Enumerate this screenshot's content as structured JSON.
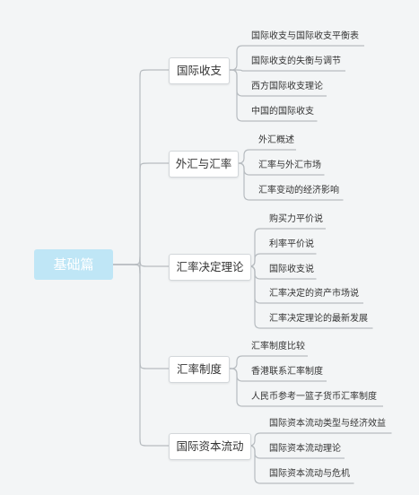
{
  "root": {
    "label": "基础篇"
  },
  "branches": [
    {
      "label": "国际收支",
      "children": [
        "国际收支与国际收支平衡表",
        "国际收支的失衡与调节",
        "西方国际收支理论",
        "中国的国际收支"
      ]
    },
    {
      "label": "外汇与汇率",
      "children": [
        "外汇概述",
        "汇率与外汇市场",
        "汇率变动的经济影响"
      ]
    },
    {
      "label": "汇率决定理论",
      "children": [
        "购买力平价说",
        "利率平价说",
        "国际收支说",
        "汇率决定的资产市场说",
        "汇率决定理论的最新发展"
      ]
    },
    {
      "label": "汇率制度",
      "children": [
        "汇率制度比较",
        "香港联系汇率制度",
        "人民币参考一篮子货币汇率制度"
      ]
    },
    {
      "label": "国际资本流动",
      "children": [
        "国际资本流动类型与经济效益",
        "国际资本流动理论",
        "国际资本流动与危机"
      ]
    }
  ],
  "colors": {
    "line": "#b7bcc0",
    "root_fill": "#bfe6f6",
    "branch_border": "#d3d7da"
  }
}
